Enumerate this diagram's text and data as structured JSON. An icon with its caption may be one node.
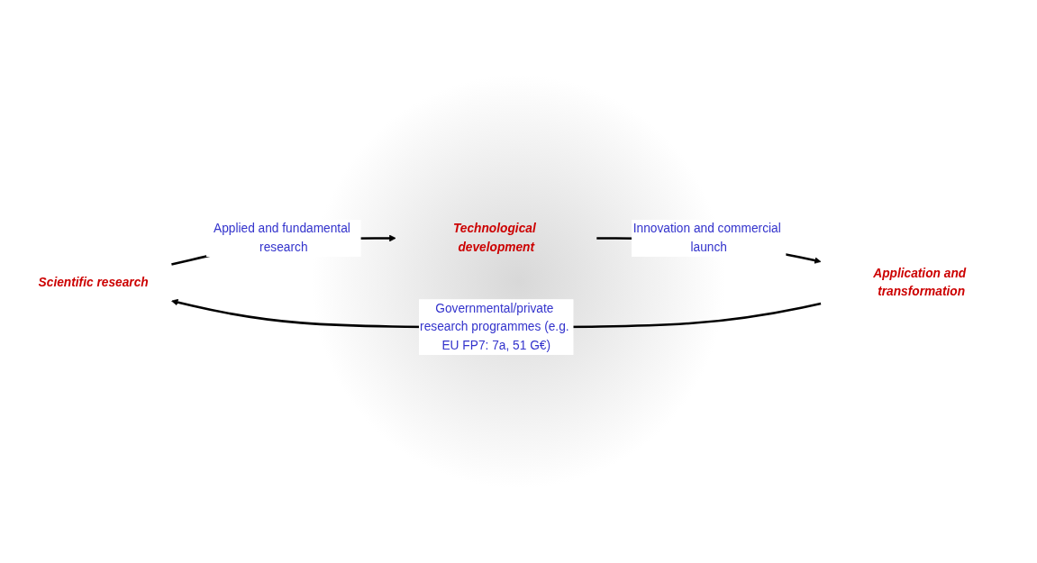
{
  "diagram": {
    "nodes": [
      {
        "text": [
          "Scientific research"
        ]
      },
      {
        "text": [
          "Technological development"
        ]
      },
      {
        "text": [
          "Application and transformation"
        ]
      }
    ],
    "edges": [
      {
        "from": 0,
        "to": 1,
        "arrow": "to",
        "label": "Applied and fundamental research"
      },
      {
        "from": 1,
        "to": 2,
        "arrow": "to",
        "label": "Innovation and commercial launch"
      },
      {
        "from": 2,
        "to": 0,
        "arrow": "to",
        "label": "Governmental/private research programmes (e.g. EU FP7: 7a, 51 G€)"
      }
    ]
  }
}
